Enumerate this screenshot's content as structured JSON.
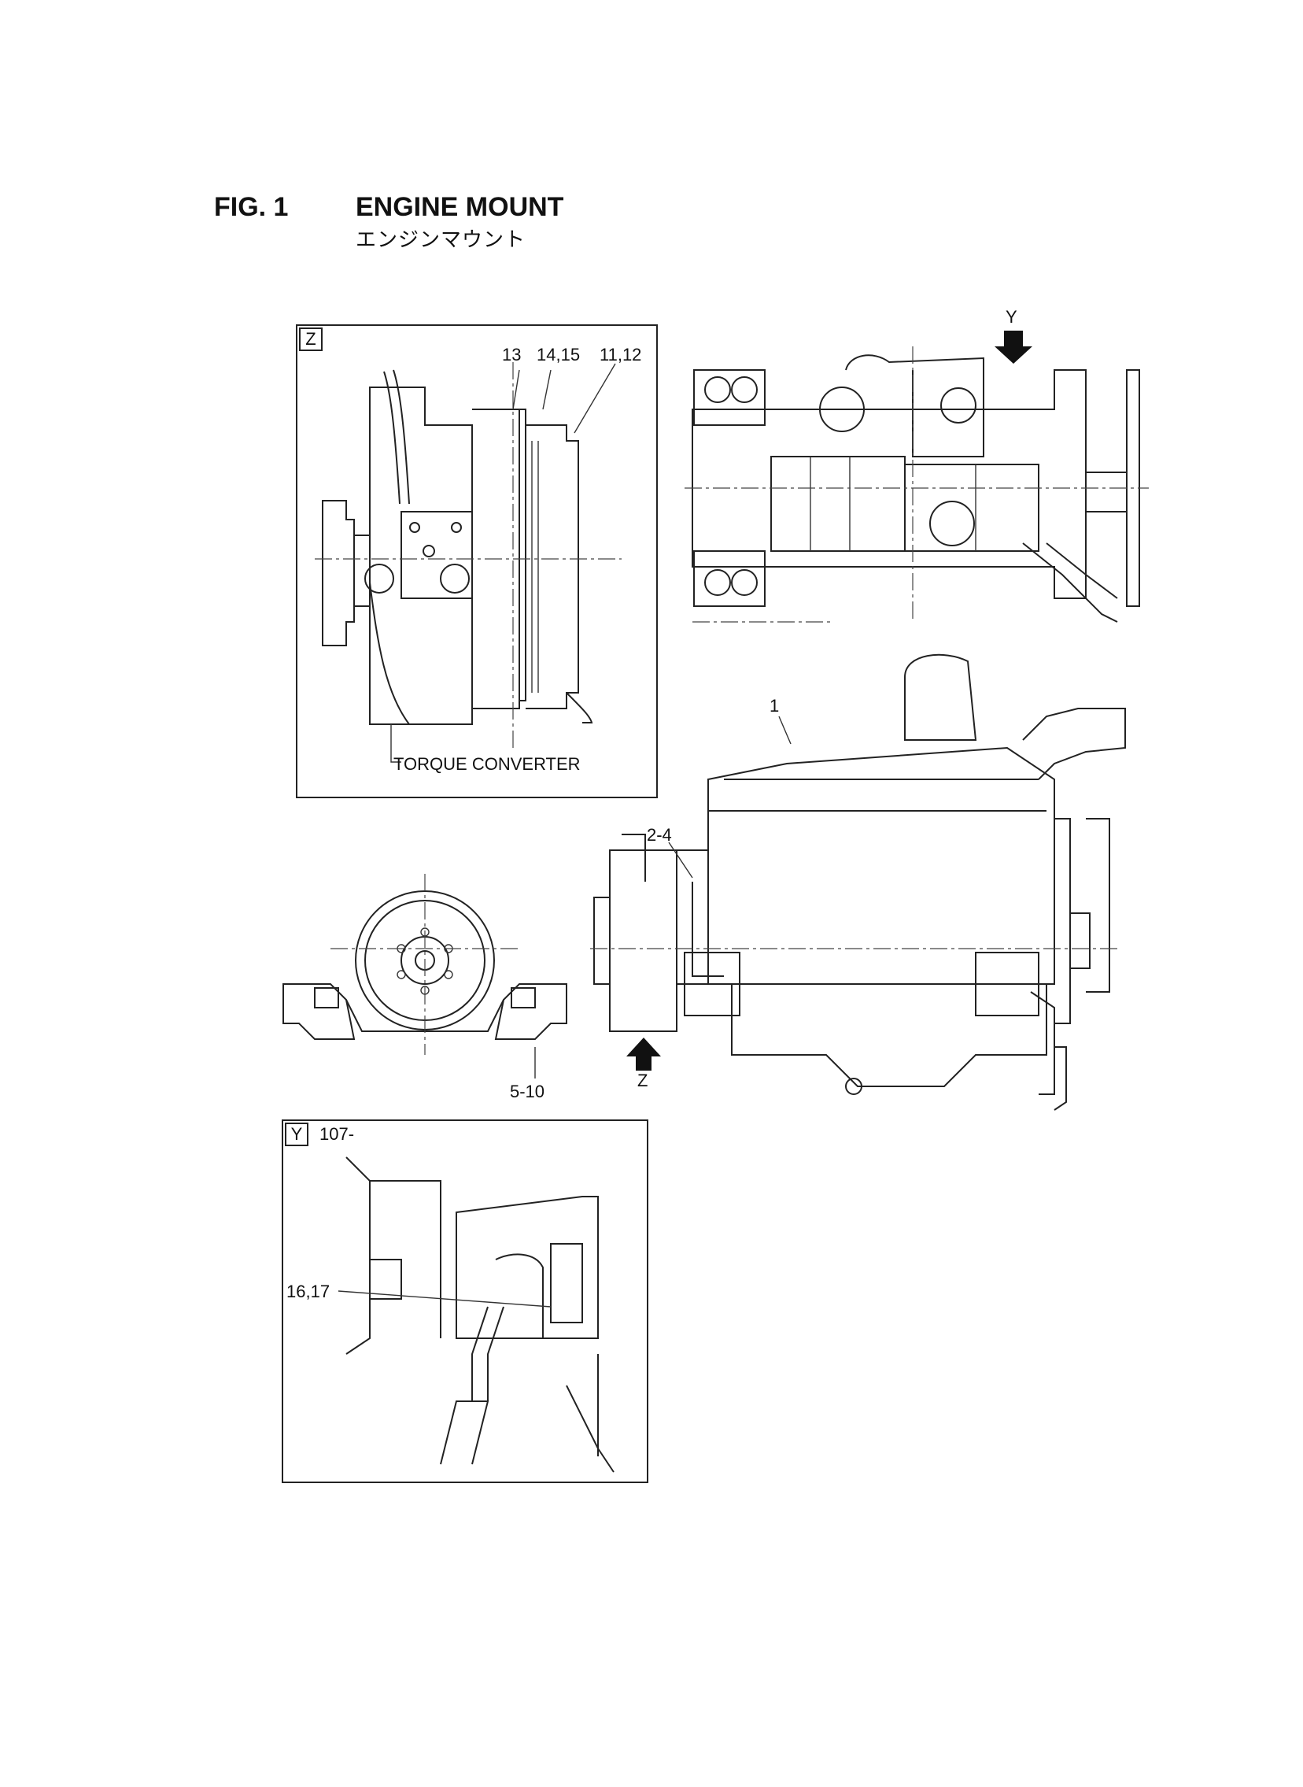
{
  "figure": {
    "number": "FIG. 1",
    "title": "ENGINE MOUNT",
    "subtitle": "エンジンマウント"
  },
  "view_z": {
    "tag": "Z",
    "callouts": [
      "13",
      "14,15",
      "11,12"
    ],
    "component_label": "TORQUE CONVERTER"
  },
  "view_y": {
    "tag": "Y",
    "serial_note": "107-",
    "callouts": [
      "16,17"
    ]
  },
  "main_view": {
    "direction_markers": [
      "Y",
      "Z"
    ],
    "callouts": [
      "1",
      "2-4",
      "5-10"
    ]
  }
}
